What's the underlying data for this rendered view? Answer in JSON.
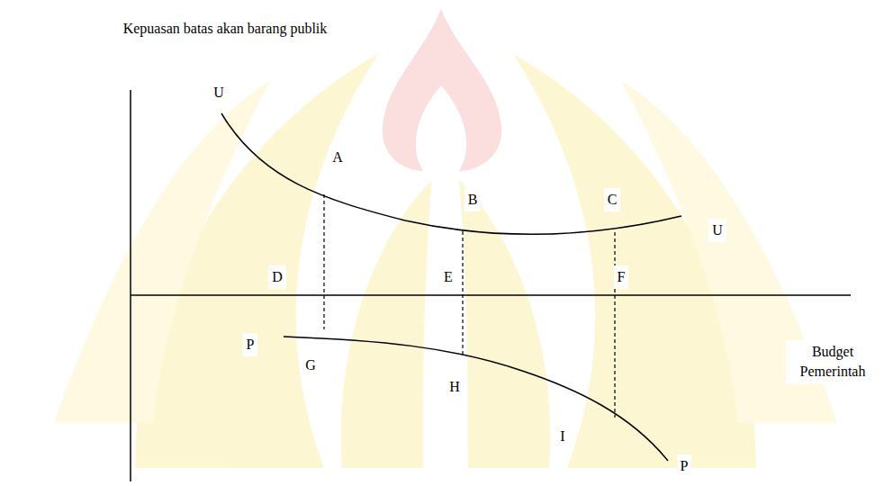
{
  "diagram": {
    "labels": [
      "Kepuasan batas akan barang publik",
      "U",
      "A",
      "B",
      "C",
      "U",
      "D",
      "E",
      "F",
      "Budget Pemerintah",
      "P",
      "G",
      "H",
      "I",
      "P"
    ]
  }
}
